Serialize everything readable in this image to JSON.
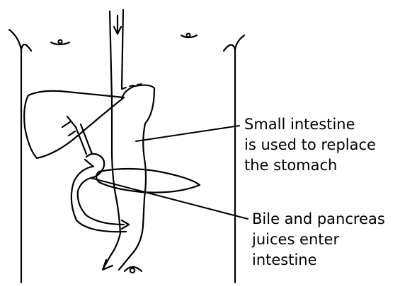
{
  "diagram": {
    "labels": [
      {
        "lines": [
          "Small intestine",
          "is used to replace",
          "the stomach"
        ]
      },
      {
        "lines": [
          "Bile and pancreas",
          "juices enter",
          "intestine"
        ]
      }
    ],
    "colors": {
      "stroke": "#000000",
      "background": "#ffffff"
    }
  }
}
